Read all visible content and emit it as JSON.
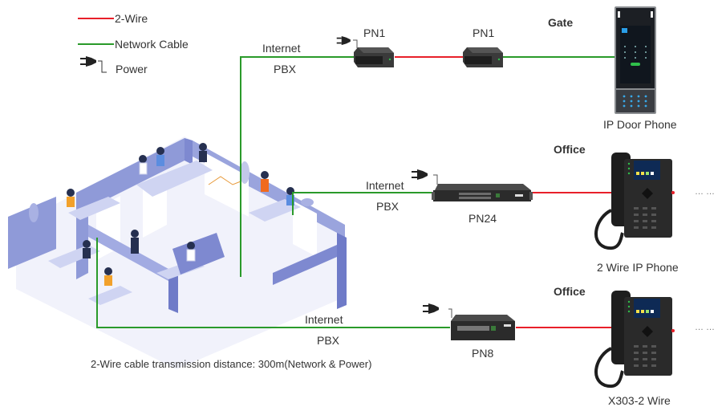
{
  "legend": {
    "two_wire": {
      "label": "2-Wire",
      "color": "#e8202a"
    },
    "network_cable": {
      "label": "Network Cable",
      "color": "#2a9a2a"
    },
    "power": {
      "label": "Power",
      "icon": "power-plug-icon"
    }
  },
  "links": {
    "top": {
      "label_above": "Internet",
      "label_below": "PBX"
    },
    "middle": {
      "label_above": "Internet",
      "label_below": "PBX"
    },
    "bottom": {
      "label_above": "Internet",
      "label_below": "PBX"
    }
  },
  "devices": {
    "pn1_left": {
      "label": "PN1"
    },
    "pn1_right": {
      "label": "PN1"
    },
    "door_phone": {
      "location": "Gate",
      "label": "IP Door Phone"
    },
    "pn24": {
      "label": "PN24"
    },
    "phone_2wire": {
      "location": "Office",
      "label": "2 Wire IP Phone",
      "more": "… …"
    },
    "pn8": {
      "label": "PN8"
    },
    "phone_x303": {
      "location": "Office",
      "label": "X303-2 Wire",
      "more": "… …"
    }
  },
  "note": "2-Wire cable transmission distance: 300m(Network & Power)",
  "colors": {
    "wall": "#8f9ad8",
    "wall_dark": "#6f7bc8",
    "floor": "#eef0fb",
    "device": "#2b2b2b",
    "green": "#2a9a2a",
    "red": "#e8202a"
  }
}
